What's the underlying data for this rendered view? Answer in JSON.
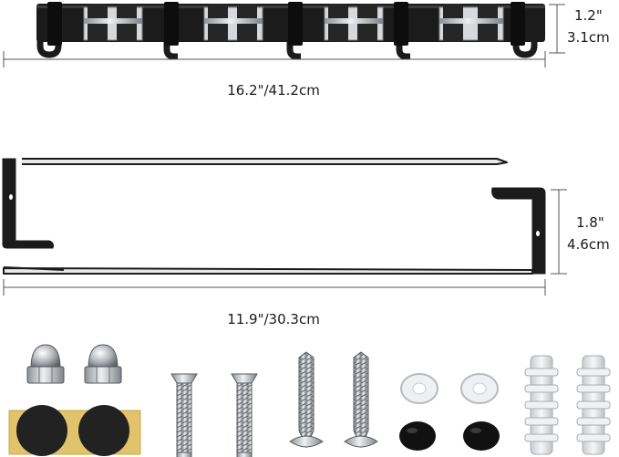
{
  "rack_dimensions": {
    "height_in": "1.2\"",
    "height_cm": "3.1cm",
    "length": "16.2\"/41.2cm"
  },
  "bracket_dimensions": {
    "height_in": "1.8\"",
    "height_cm": "4.6cm",
    "length": "11.9\"/30.3cm"
  },
  "hardware": [
    "acorn-nut",
    "acorn-nut",
    "adhesive-pad",
    "adhesive-pad",
    "flat-head-bolt",
    "flat-head-bolt",
    "wood-screw",
    "wood-screw",
    "clear-washer",
    "clear-washer",
    "black-cap",
    "black-cap",
    "wall-anchor",
    "wall-anchor"
  ],
  "colors": {
    "metal": "#1b1b1b",
    "dimension_line": "#555555",
    "steel": "#b9bcc0",
    "anchor": "#e4e6e8",
    "pad": "#222222",
    "pad_backing": "#e0c36a"
  }
}
